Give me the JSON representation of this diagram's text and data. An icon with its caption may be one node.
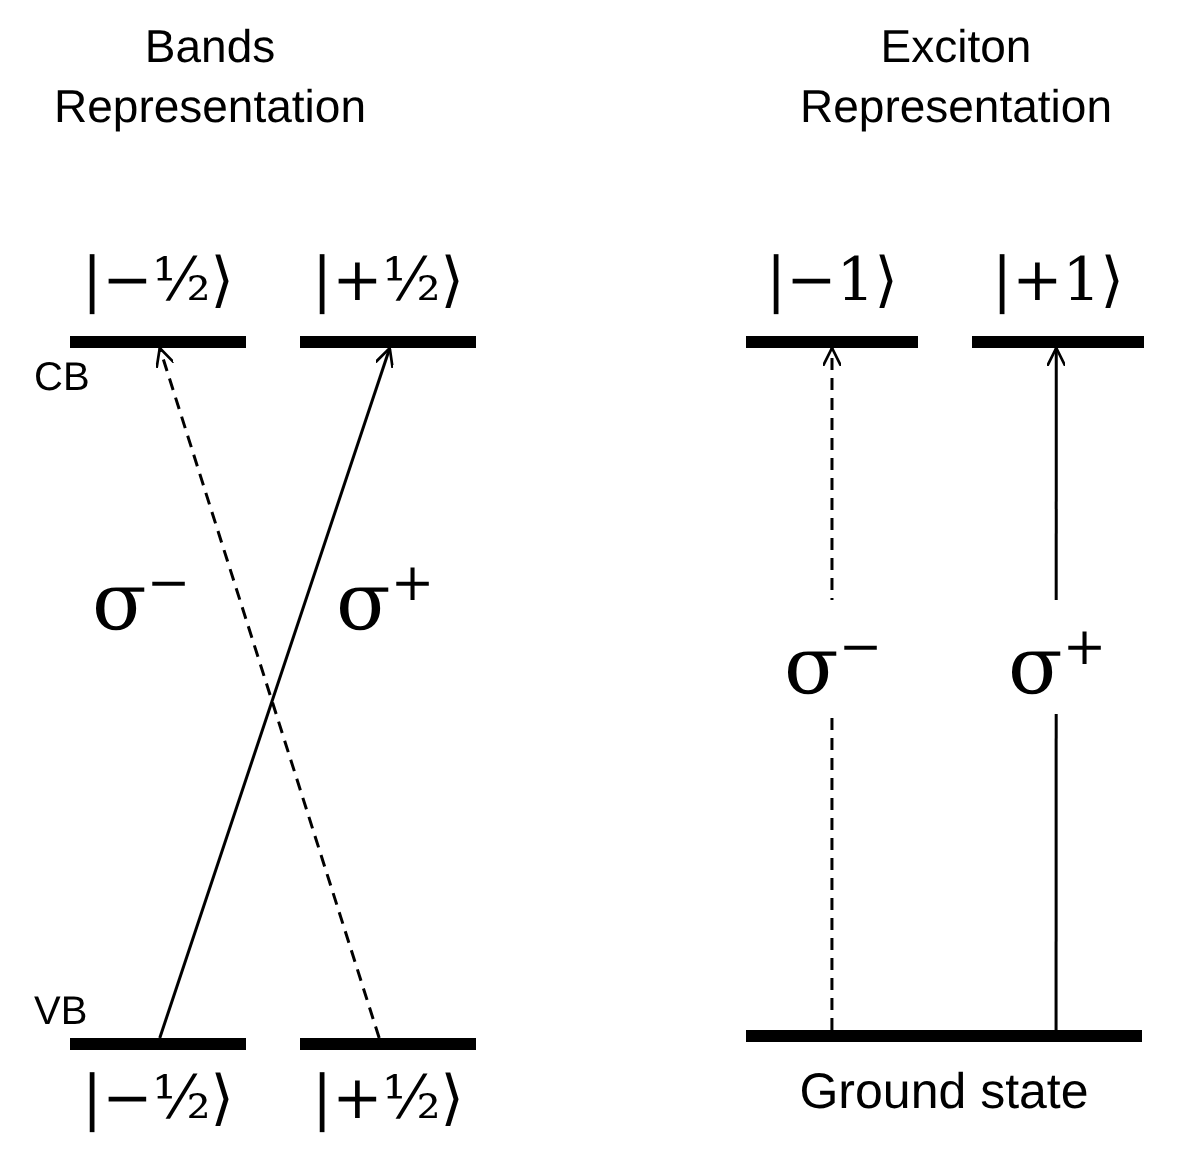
{
  "diagram": {
    "nodes": [
      {
        "text": [
          "|−½⟩"
        ],
        "beside": [
          "CB"
        ]
      },
      {
        "text": [
          "|+½⟩"
        ]
      },
      {
        "text": [
          "|−½⟩"
        ],
        "beside": [
          "VB"
        ]
      },
      {
        "text": [
          "|+½⟩"
        ]
      },
      {
        "text": [
          "|−1⟩"
        ]
      },
      {
        "text": [
          "|+1⟩"
        ]
      },
      {
        "text": [
          "Ground state"
        ]
      }
    ],
    "edges": [
      {
        "from": 2,
        "to": 1,
        "arrow": "to",
        "label": "σ$^{+}$"
      },
      {
        "from": 3,
        "to": 0,
        "arrow": "to",
        "style": "dashed",
        "label": "σ$^{−}$"
      },
      {
        "from": 6,
        "to": 4,
        "arrow": "to",
        "style": "dashed",
        "label": "σ$^{−}$"
      },
      {
        "from": 6,
        "to": 5,
        "arrow": "to",
        "label": "σ$^{+}$"
      }
    ],
    "labels": [
      "Bands Representation",
      "Exciton Representation"
    ]
  }
}
